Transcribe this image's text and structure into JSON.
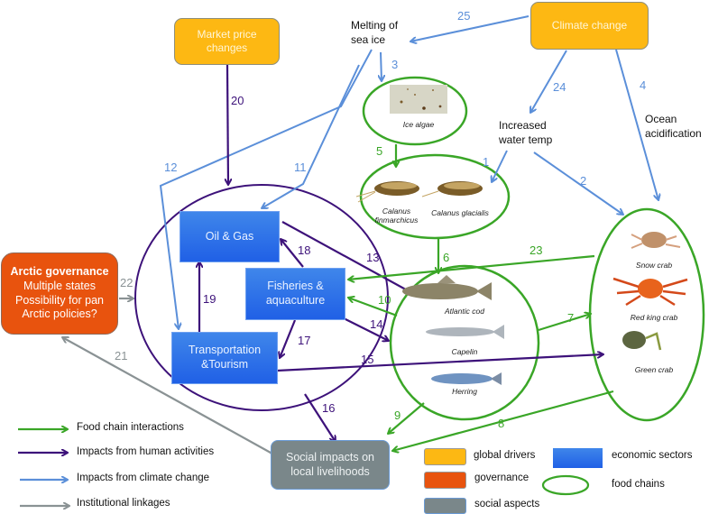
{
  "colors": {
    "food_chain": "#3aa627",
    "human": "#3d127a",
    "climate": "#5b8fd9",
    "institutional": "#8a9294",
    "global_driver": "#fdb813",
    "governance": "#e8530e",
    "social": "#7a878a",
    "sector": "#2f74e8"
  },
  "nodes": {
    "market_price": "Market price changes",
    "climate_change": "Climate change",
    "melting_sea_ice": "Melting of sea ice",
    "increased_water_temp": "Increased water temp",
    "ocean_acidification": "Ocean acidification",
    "governance": {
      "title": "Arctic governance",
      "lines": [
        "Multiple states",
        "Possibility for pan",
        "Arctic policies?"
      ]
    },
    "oil_gas": "Oil & Gas",
    "fisheries": "Fisheries & aquaculture",
    "transport": "Transportation &Tourism",
    "social": "Social impacts on local livelihoods"
  },
  "food_chains": {
    "ice_algae": [
      "Ice algae"
    ],
    "calanus": [
      "Calanus finmarchicus",
      "Calanus glacialis"
    ],
    "fish": [
      "Atlantic cod",
      "Capelin",
      "Herring"
    ],
    "crabs": [
      "Snow crab",
      "Red king crab",
      "Green crab"
    ]
  },
  "links": [
    {
      "id": "1",
      "type": "climate"
    },
    {
      "id": "2",
      "type": "climate"
    },
    {
      "id": "3",
      "type": "climate"
    },
    {
      "id": "4",
      "type": "climate"
    },
    {
      "id": "5",
      "type": "food_chain"
    },
    {
      "id": "6",
      "type": "food_chain"
    },
    {
      "id": "7",
      "type": "food_chain"
    },
    {
      "id": "8",
      "type": "food_chain"
    },
    {
      "id": "9",
      "type": "food_chain"
    },
    {
      "id": "10",
      "type": "food_chain"
    },
    {
      "id": "11",
      "type": "climate"
    },
    {
      "id": "12",
      "type": "climate"
    },
    {
      "id": "13",
      "type": "human"
    },
    {
      "id": "14",
      "type": "human"
    },
    {
      "id": "15",
      "type": "human"
    },
    {
      "id": "16",
      "type": "human"
    },
    {
      "id": "17",
      "type": "human"
    },
    {
      "id": "18",
      "type": "human"
    },
    {
      "id": "19",
      "type": "human"
    },
    {
      "id": "20",
      "type": "human"
    },
    {
      "id": "21",
      "type": "institutional"
    },
    {
      "id": "22",
      "type": "institutional"
    },
    {
      "id": "23",
      "type": "food_chain"
    },
    {
      "id": "24",
      "type": "climate"
    },
    {
      "id": "25",
      "type": "climate"
    }
  ],
  "legend": {
    "arrows": [
      "Food chain interactions",
      "Impacts from human activities",
      "Impacts from climate change",
      "Institutional linkages"
    ],
    "boxes": {
      "global_drivers": "global drivers",
      "governance": "governance",
      "social_aspects": "social aspects",
      "economic_sectors": "economic sectors",
      "food_chains": "food chains"
    }
  }
}
